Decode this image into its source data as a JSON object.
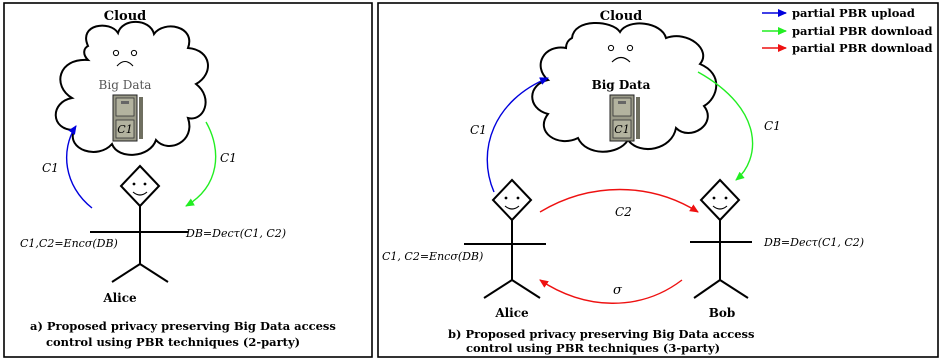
{
  "left_panel": {
    "cloud_label": "Cloud",
    "big_data_label": "Big Data",
    "file_label": "C1",
    "upload_label": "C1",
    "download_label": "C1",
    "enc_label": "C1,C2=Encσ(DB)",
    "dec_label": "DB=Decτ(C1, C2)",
    "person_name": "Alice",
    "caption_line1": "a) Proposed privacy preserving Big Data access",
    "caption_line2": "control using PBR techniques (2-party)"
  },
  "right_panel": {
    "cloud_label": "Cloud",
    "big_data_label": "Big Data",
    "file_label": "C1",
    "upload_label": "C1",
    "download_label": "C1",
    "c2_label": "C2",
    "sigma_label": "σ",
    "enc_label": "C1, C2=Encσ(DB)",
    "dec_label": "DB=Decτ(C1, C2)",
    "alice_name": "Alice",
    "bob_name": "Bob",
    "caption_line1": "b) Proposed privacy preserving Big Data access",
    "caption_line2": "control using PBR techniques (3-party)"
  },
  "legend": {
    "items": [
      {
        "label": "partial PBR upload",
        "color": "#0000dd"
      },
      {
        "label": "partial PBR download",
        "color": "#22ee22"
      },
      {
        "label": "partial PBR download",
        "color": "#ee1111"
      }
    ]
  }
}
